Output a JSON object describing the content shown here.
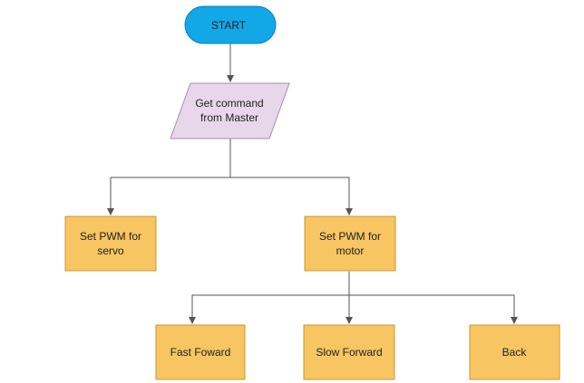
{
  "colors": {
    "terminal_fill": "#12a8e8",
    "terminal_stroke": "#0b7fb8",
    "io_fill": "#e8d6ea",
    "io_stroke": "#a58fb0",
    "process_fill": "#f7c562",
    "process_stroke": "#c9982f",
    "connector": "#555555"
  },
  "nodes": {
    "start": {
      "shape": "terminal",
      "lines": [
        "START"
      ]
    },
    "get_command": {
      "shape": "parallelogram",
      "lines": [
        "Get command",
        "from Master"
      ]
    },
    "pwm_servo": {
      "shape": "process",
      "lines": [
        "Set PWM for",
        "servo"
      ]
    },
    "pwm_motor": {
      "shape": "process",
      "lines": [
        "Set PWM for",
        "motor"
      ]
    },
    "fast_forward": {
      "shape": "process",
      "lines": [
        "Fast Foward"
      ]
    },
    "slow_forward": {
      "shape": "process",
      "lines": [
        "Slow Forward"
      ]
    },
    "back": {
      "shape": "process",
      "lines": [
        "Back"
      ]
    }
  },
  "edges": [
    {
      "from": "start",
      "to": "get_command"
    },
    {
      "from": "get_command",
      "to": "pwm_servo"
    },
    {
      "from": "get_command",
      "to": "pwm_motor"
    },
    {
      "from": "pwm_motor",
      "to": "fast_forward"
    },
    {
      "from": "pwm_motor",
      "to": "slow_forward"
    },
    {
      "from": "pwm_motor",
      "to": "back"
    }
  ]
}
